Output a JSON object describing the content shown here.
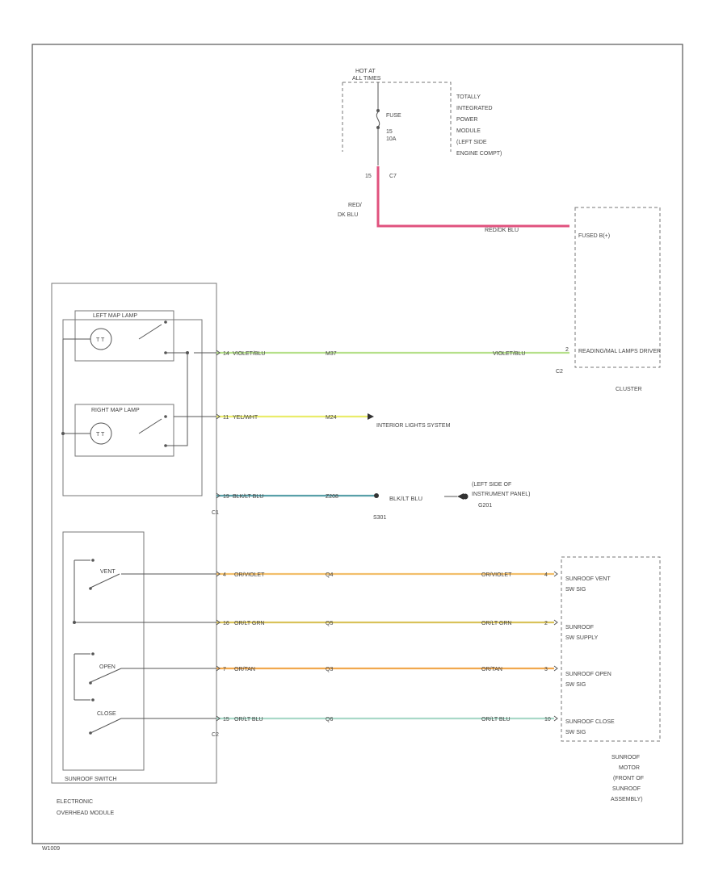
{
  "diagram": {
    "tipm": {
      "hot_label_1": "HOT AT",
      "hot_label_2": "ALL TIMES",
      "desc_lines": [
        "TOTALLY",
        "INTEGRATED",
        "POWER",
        "MODULE",
        "(LEFT SIDE",
        "ENGINE COMPT)"
      ],
      "fuse_lines": [
        "FUSE",
        "15",
        "10A"
      ],
      "pin_left": "15",
      "pin_right": "C7",
      "wire_label_lines": [
        "RED/",
        "DK BLU"
      ]
    },
    "cluster": {
      "label": "CLUSTER",
      "pin_fused": "FUSED B(+)",
      "pin_reading": "READING/MAL LAMPS DRIVER",
      "connector": "C2",
      "wire_fused_label": "RED/DK BLU"
    },
    "electronic_overhead_module": {
      "label_lines": [
        "ELECTRONIC",
        "OVERHEAD MODULE"
      ],
      "left_map_lamp": "LEFT MAP LAMP",
      "right_map_lamp": "RIGHT MAP LAMP",
      "connector_c1": "C1",
      "connector_c2": "C2"
    },
    "sunroof_switch": {
      "label": "SUNROOF SWITCH",
      "vent": "VENT",
      "open": "OPEN",
      "close": "CLOSE"
    },
    "wires": [
      {
        "pin": "14",
        "label": "VIOLET/BLU",
        "circuit": "M37",
        "far_label": "VIOLET/BLU",
        "far_pin": "2",
        "color": "#b5e08a"
      },
      {
        "pin": "11",
        "label": "YEL/WHT",
        "circuit": "M24",
        "far_label": "",
        "far_pin": "",
        "color": "#eaec6a"
      },
      {
        "pin": "19",
        "label": "BLK/LT BLU",
        "circuit": "Z208",
        "far_label": "",
        "far_pin": "",
        "color": "#58a0a8"
      }
    ],
    "sunroof_wires": [
      {
        "pin": "4",
        "label": "OR/VIOLET",
        "circuit": "Q4",
        "far_label": "OR/VIOLET",
        "far_pin": "4",
        "color": "#f2be6a"
      },
      {
        "pin": "16",
        "label": "OR/LT GRN",
        "circuit": "Q5",
        "far_label": "OR/LT GRN",
        "far_pin": "2",
        "color": "#d9c25a"
      },
      {
        "pin": "7",
        "label": "OR/TAN",
        "circuit": "Q3",
        "far_label": "OR/TAN",
        "far_pin": "3",
        "color": "#f1a84e"
      },
      {
        "pin": "15",
        "label": "OR/LT BLU",
        "circuit": "Q6",
        "far_label": "OR/LT BLU",
        "far_pin": "10",
        "color": "#a9d9c8"
      }
    ],
    "interior_lights": "INTERIOR LIGHTS SYSTEM",
    "ground": {
      "splice_label": "BLK/LT BLU",
      "splice_id": "S301",
      "location_lines": [
        "(LEFT SIDE OF",
        "INSTRUMENT PANEL)",
        "G201"
      ]
    },
    "sunroof_motor": {
      "label_lines": [
        "SUNROOF",
        "MOTOR",
        "(FRONT OF",
        "SUNROOF",
        "ASSEMBLY)"
      ],
      "pins": [
        "SUNROOF VENT SW SIGNAL",
        "SUNROOF SW SUPPLY",
        "SUNROOF OPEN SW SIGNAL",
        "SUNROOF CLOSE SW SIGNAL"
      ]
    },
    "footer_code": "W1009"
  },
  "colors": {
    "power_wire": "#e0527e",
    "frame": "#555555"
  }
}
